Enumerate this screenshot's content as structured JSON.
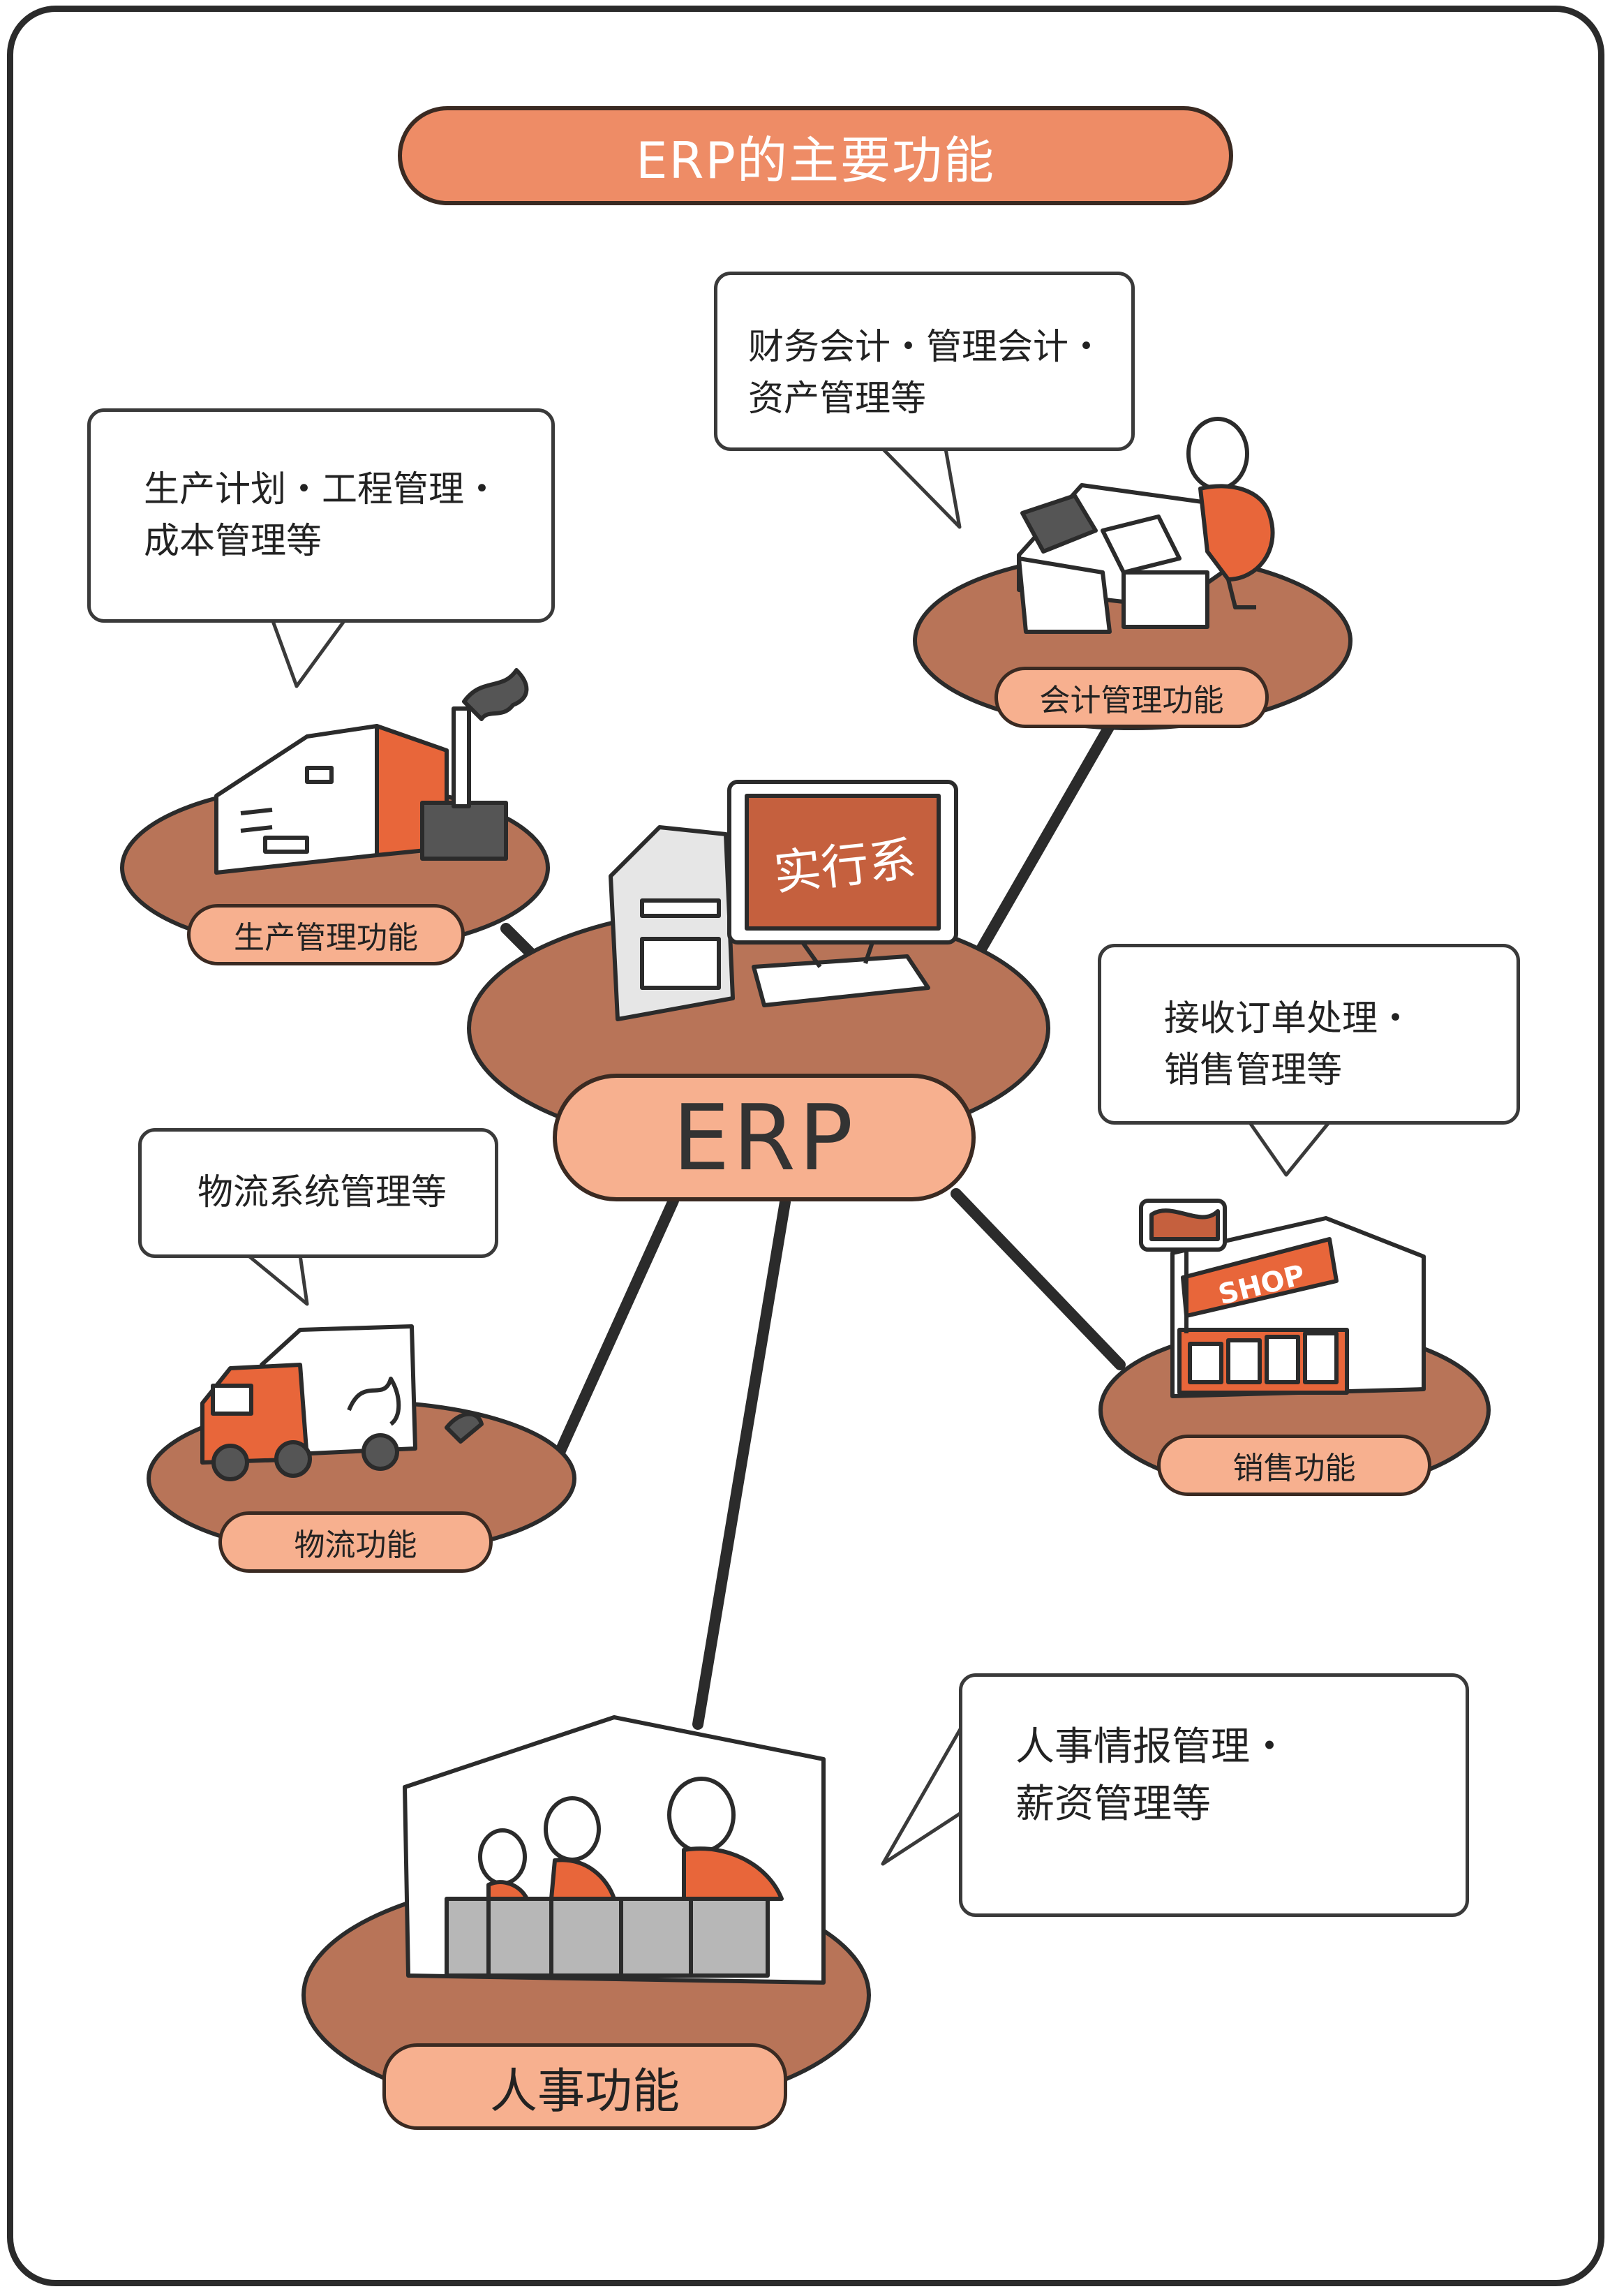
{
  "title": "ERP的主要功能",
  "center": {
    "label": "ERP",
    "screen_text": "实行系"
  },
  "nodes": {
    "production": {
      "label": "生产管理功能",
      "bubble_lines": [
        "生产计划・工程管理・",
        "成本管理等"
      ]
    },
    "accounting": {
      "label": "会计管理功能",
      "bubble_lines": [
        "财务会计・管理会计・",
        "资产管理等"
      ]
    },
    "sales": {
      "label": "销售功能",
      "bubble_lines": [
        "接收订单处理・",
        "销售管理等"
      ],
      "sign_text": "SHOP"
    },
    "logistics": {
      "label": "物流功能",
      "bubble_lines": [
        "物流系统管理等"
      ]
    },
    "hr": {
      "label": "人事功能",
      "bubble_lines": [
        "人事情报管理・",
        "薪资管理等"
      ]
    }
  },
  "colors": {
    "title_fill": "#ee8c66",
    "label_fill": "#f7b08f",
    "platform": "#b87458",
    "accent": "#e8663a"
  }
}
